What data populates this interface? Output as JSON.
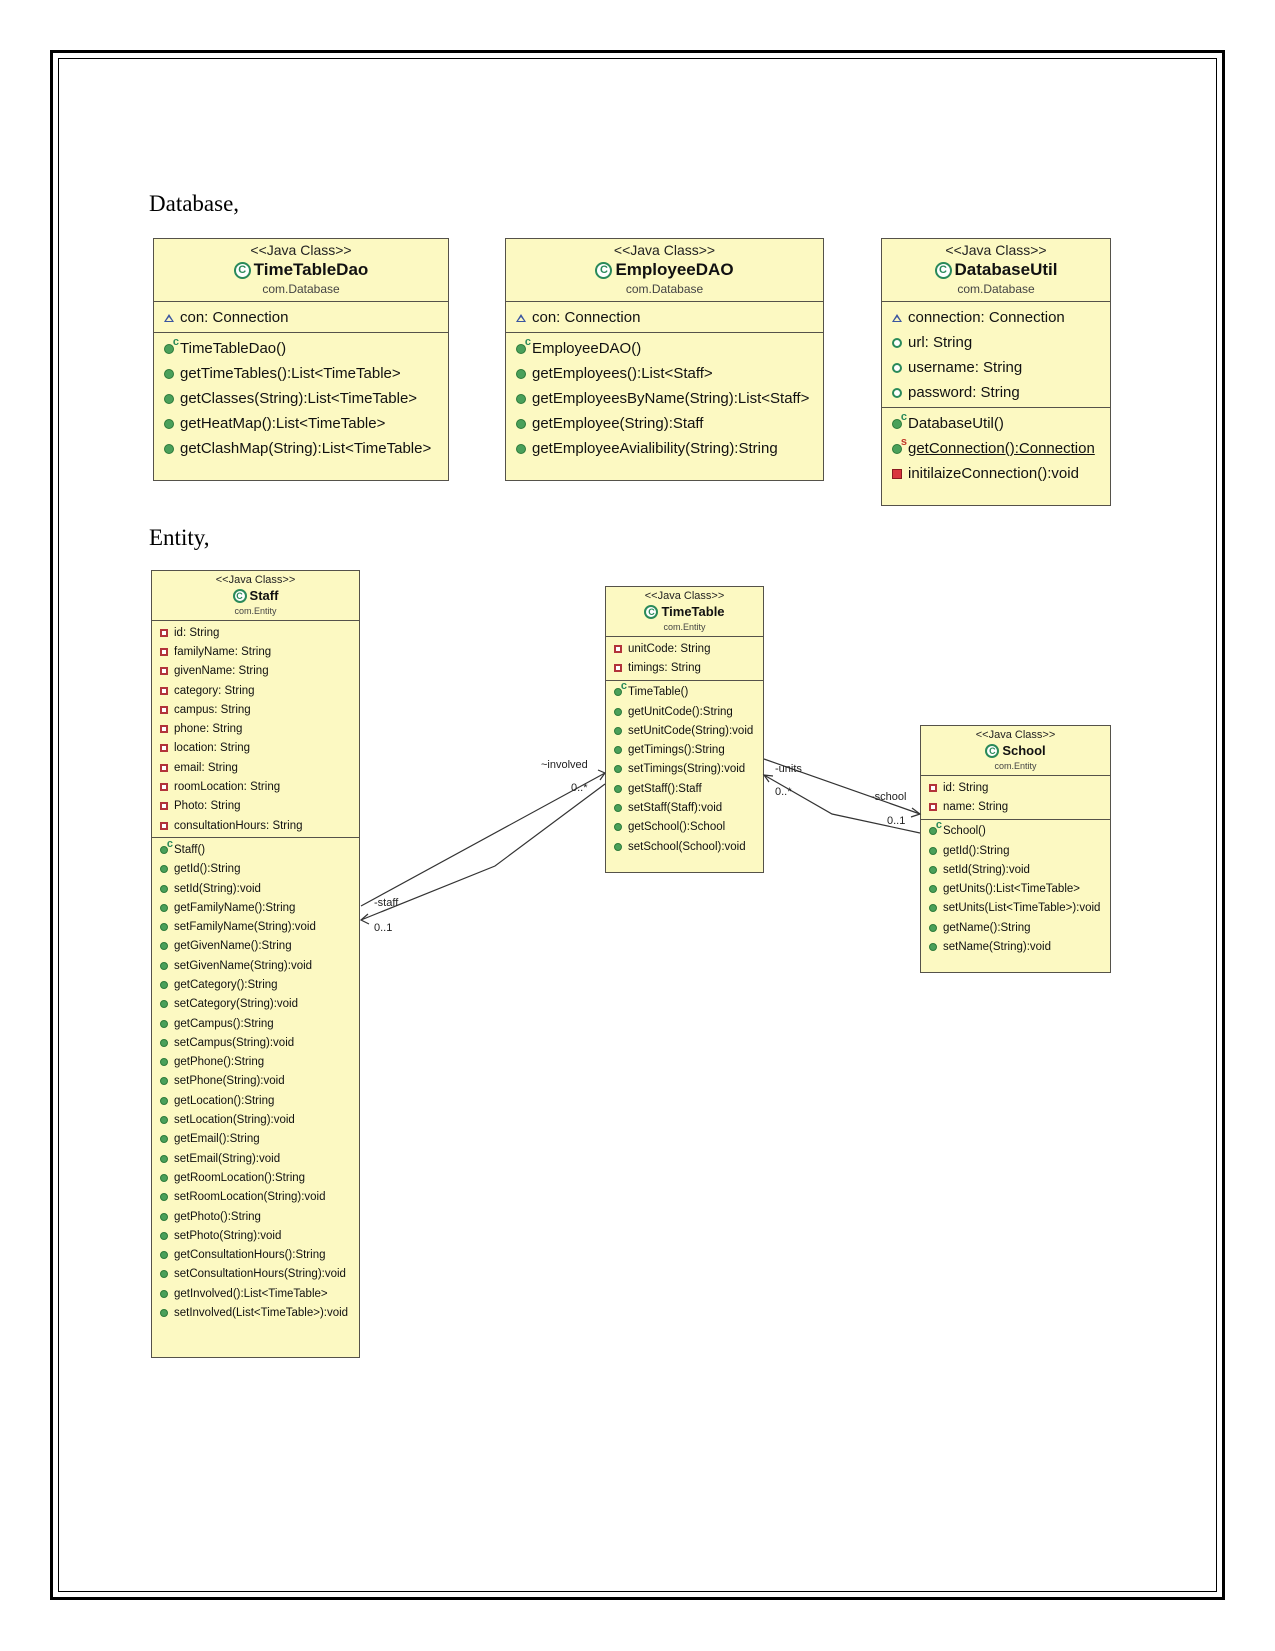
{
  "headings": {
    "database": "Database,",
    "entity": "Entity,"
  },
  "colors": {
    "box_fill": "#fcf9c2",
    "box_border": "#55524a",
    "public_icon": "#4aa05a",
    "private_icon": "#d9363e"
  },
  "classes": {
    "timetabledao": {
      "stereotype": "<<Java Class>>",
      "name": "TimeTableDao",
      "package": "com.Database",
      "attributes": [
        {
          "vis": "pkg",
          "text": "con: Connection"
        }
      ],
      "operations": [
        {
          "vis": "ctor",
          "text": "TimeTableDao()"
        },
        {
          "vis": "pub",
          "text": "getTimeTables():List<TimeTable>"
        },
        {
          "vis": "pub",
          "text": "getClasses(String):List<TimeTable>"
        },
        {
          "vis": "pub",
          "text": "getHeatMap():List<TimeTable>"
        },
        {
          "vis": "pub",
          "text": "getClashMap(String):List<TimeTable>"
        }
      ]
    },
    "employeedao": {
      "stereotype": "<<Java Class>>",
      "name": "EmployeeDAO",
      "package": "com.Database",
      "attributes": [
        {
          "vis": "pkg",
          "text": "con: Connection"
        }
      ],
      "operations": [
        {
          "vis": "ctor",
          "text": "EmployeeDAO()"
        },
        {
          "vis": "pub",
          "text": "getEmployees():List<Staff>"
        },
        {
          "vis": "pub",
          "text": "getEmployeesByName(String):List<Staff>"
        },
        {
          "vis": "pub",
          "text": "getEmployee(String):Staff"
        },
        {
          "vis": "pub",
          "text": "getEmployeeAvialibility(String):String"
        }
      ]
    },
    "databaseutil": {
      "stereotype": "<<Java Class>>",
      "name": "DatabaseUtil",
      "package": "com.Database",
      "attributes": [
        {
          "vis": "pkg",
          "text": "connection: Connection"
        },
        {
          "vis": "pubfield",
          "text": "url: String"
        },
        {
          "vis": "pubfield",
          "text": "username: String"
        },
        {
          "vis": "pubfield",
          "text": "password: String"
        }
      ],
      "operations": [
        {
          "vis": "ctor",
          "text": "DatabaseUtil()"
        },
        {
          "vis": "static",
          "text": "getConnection():Connection",
          "underline": true
        },
        {
          "vis": "privmethod",
          "text": "initilaizeConnection():void"
        }
      ]
    },
    "staff": {
      "stereotype": "<<Java Class>>",
      "name": "Staff",
      "package": "com.Entity",
      "attributes": [
        {
          "vis": "priv",
          "text": "id: String"
        },
        {
          "vis": "priv",
          "text": "familyName: String"
        },
        {
          "vis": "priv",
          "text": "givenName: String"
        },
        {
          "vis": "priv",
          "text": "category: String"
        },
        {
          "vis": "priv",
          "text": "campus: String"
        },
        {
          "vis": "priv",
          "text": "phone: String"
        },
        {
          "vis": "priv",
          "text": "location: String"
        },
        {
          "vis": "priv",
          "text": "email: String"
        },
        {
          "vis": "priv",
          "text": "roomLocation: String"
        },
        {
          "vis": "priv",
          "text": "Photo: String"
        },
        {
          "vis": "priv",
          "text": "consultationHours: String"
        }
      ],
      "operations": [
        {
          "vis": "ctor",
          "text": "Staff()"
        },
        {
          "vis": "pub",
          "text": "getId():String"
        },
        {
          "vis": "pub",
          "text": "setId(String):void"
        },
        {
          "vis": "pub",
          "text": "getFamilyName():String"
        },
        {
          "vis": "pub",
          "text": "setFamilyName(String):void"
        },
        {
          "vis": "pub",
          "text": "getGivenName():String"
        },
        {
          "vis": "pub",
          "text": "setGivenName(String):void"
        },
        {
          "vis": "pub",
          "text": "getCategory():String"
        },
        {
          "vis": "pub",
          "text": "setCategory(String):void"
        },
        {
          "vis": "pub",
          "text": "getCampus():String"
        },
        {
          "vis": "pub",
          "text": "setCampus(String):void"
        },
        {
          "vis": "pub",
          "text": "getPhone():String"
        },
        {
          "vis": "pub",
          "text": "setPhone(String):void"
        },
        {
          "vis": "pub",
          "text": "getLocation():String"
        },
        {
          "vis": "pub",
          "text": "setLocation(String):void"
        },
        {
          "vis": "pub",
          "text": "getEmail():String"
        },
        {
          "vis": "pub",
          "text": "setEmail(String):void"
        },
        {
          "vis": "pub",
          "text": "getRoomLocation():String"
        },
        {
          "vis": "pub",
          "text": "setRoomLocation(String):void"
        },
        {
          "vis": "pub",
          "text": "getPhoto():String"
        },
        {
          "vis": "pub",
          "text": "setPhoto(String):void"
        },
        {
          "vis": "pub",
          "text": "getConsultationHours():String"
        },
        {
          "vis": "pub",
          "text": "setConsultationHours(String):void"
        },
        {
          "vis": "pub",
          "text": "getInvolved():List<TimeTable>"
        },
        {
          "vis": "pub",
          "text": "setInvolved(List<TimeTable>):void"
        }
      ]
    },
    "timetable": {
      "stereotype": "<<Java Class>>",
      "name": "TimeTable",
      "package": "com.Entity",
      "attributes": [
        {
          "vis": "priv",
          "text": "unitCode: String"
        },
        {
          "vis": "priv",
          "text": "timings: String"
        }
      ],
      "operations": [
        {
          "vis": "ctor",
          "text": "TimeTable()"
        },
        {
          "vis": "pub",
          "text": "getUnitCode():String"
        },
        {
          "vis": "pub",
          "text": "setUnitCode(String):void"
        },
        {
          "vis": "pub",
          "text": "getTimings():String"
        },
        {
          "vis": "pub",
          "text": "setTimings(String):void"
        },
        {
          "vis": "pub",
          "text": "getStaff():Staff"
        },
        {
          "vis": "pub",
          "text": "setStaff(Staff):void"
        },
        {
          "vis": "pub",
          "text": "getSchool():School"
        },
        {
          "vis": "pub",
          "text": "setSchool(School):void"
        }
      ]
    },
    "school": {
      "stereotype": "<<Java Class>>",
      "name": "School",
      "package": "com.Entity",
      "attributes": [
        {
          "vis": "priv",
          "text": "id: String"
        },
        {
          "vis": "priv",
          "text": "name: String"
        }
      ],
      "operations": [
        {
          "vis": "ctor",
          "text": "School()"
        },
        {
          "vis": "pub",
          "text": "getId():String"
        },
        {
          "vis": "pub",
          "text": "setId(String):void"
        },
        {
          "vis": "pub",
          "text": "getUnits():List<TimeTable>"
        },
        {
          "vis": "pub",
          "text": "setUnits(List<TimeTable>):void"
        },
        {
          "vis": "pub",
          "text": "getName():String"
        },
        {
          "vis": "pub",
          "text": "setName(String):void"
        }
      ]
    }
  },
  "associations": {
    "involved_role": "~involved",
    "involved_mult": "0..*",
    "staff_role": "-staff",
    "staff_mult": "0..1",
    "units_role": "-units",
    "units_mult": "0..*",
    "school_role": "-school",
    "school_mult": "0..1"
  }
}
